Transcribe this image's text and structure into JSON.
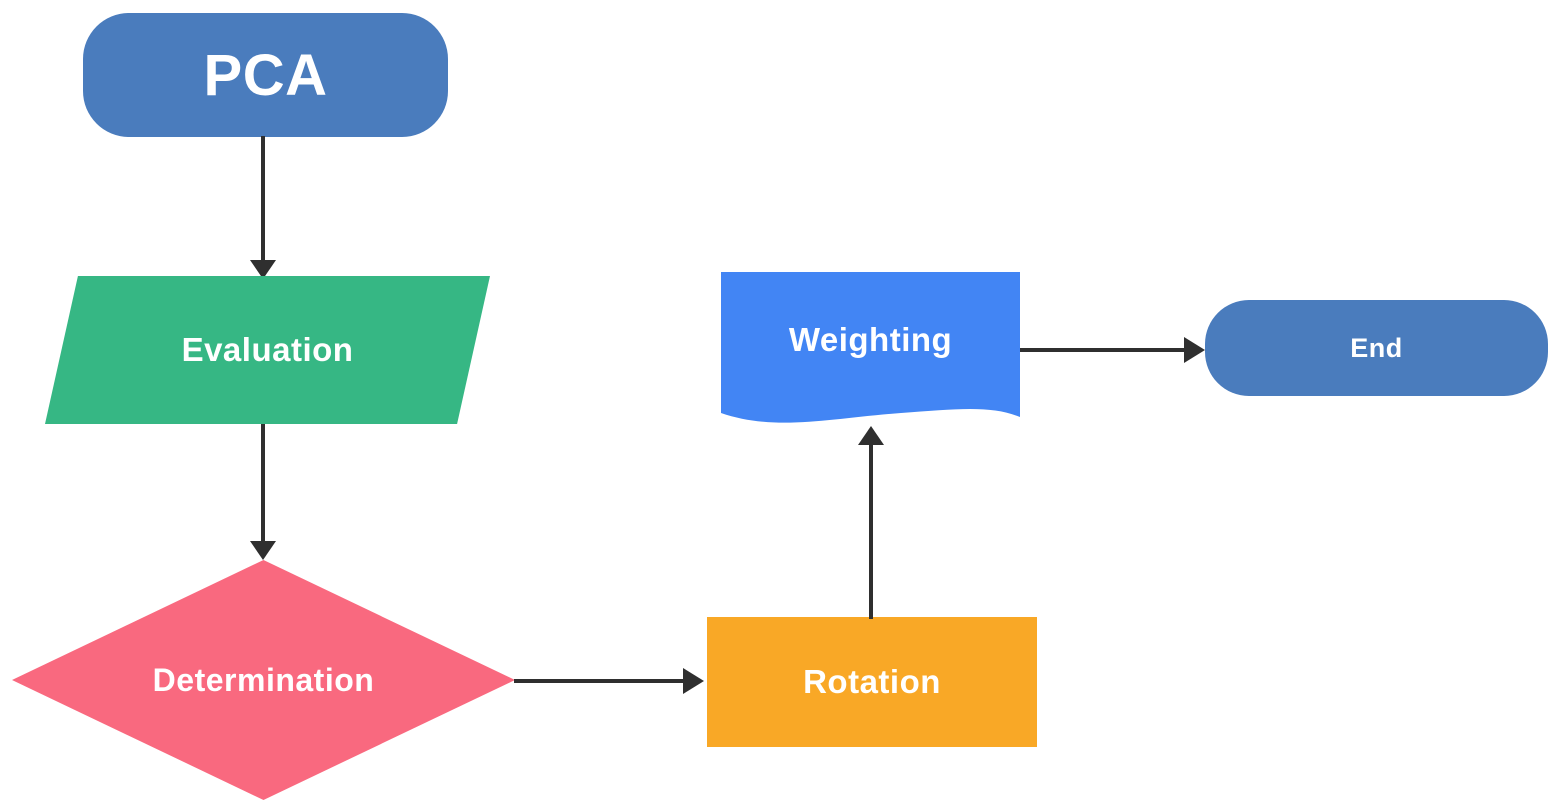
{
  "diagram": {
    "type": "flowchart",
    "background_color": "#FFFFFF",
    "arrow_color": "#2F2F2F",
    "text_color": "#FFFFFF"
  },
  "nodes": {
    "pca": {
      "label": "PCA",
      "shape": "rounded-rectangle",
      "color": "#4A7CBD"
    },
    "evaluation": {
      "label": "Evaluation",
      "shape": "parallelogram",
      "color": "#36B784"
    },
    "determination": {
      "label": "Determination",
      "shape": "diamond",
      "color": "#F9697F"
    },
    "rotation": {
      "label": "Rotation",
      "shape": "rectangle",
      "color": "#F9A826"
    },
    "weighting": {
      "label": "Weighting",
      "shape": "document",
      "color": "#4285F4"
    },
    "end": {
      "label": "End",
      "shape": "rounded-rectangle",
      "color": "#4A7CBD"
    }
  },
  "edges": [
    {
      "from": "PCA",
      "to": "Evaluation",
      "direction": "down"
    },
    {
      "from": "Evaluation",
      "to": "Determination",
      "direction": "down"
    },
    {
      "from": "Determination",
      "to": "Rotation",
      "direction": "right"
    },
    {
      "from": "Rotation",
      "to": "Weighting",
      "direction": "up"
    },
    {
      "from": "Weighting",
      "to": "End",
      "direction": "right"
    }
  ]
}
